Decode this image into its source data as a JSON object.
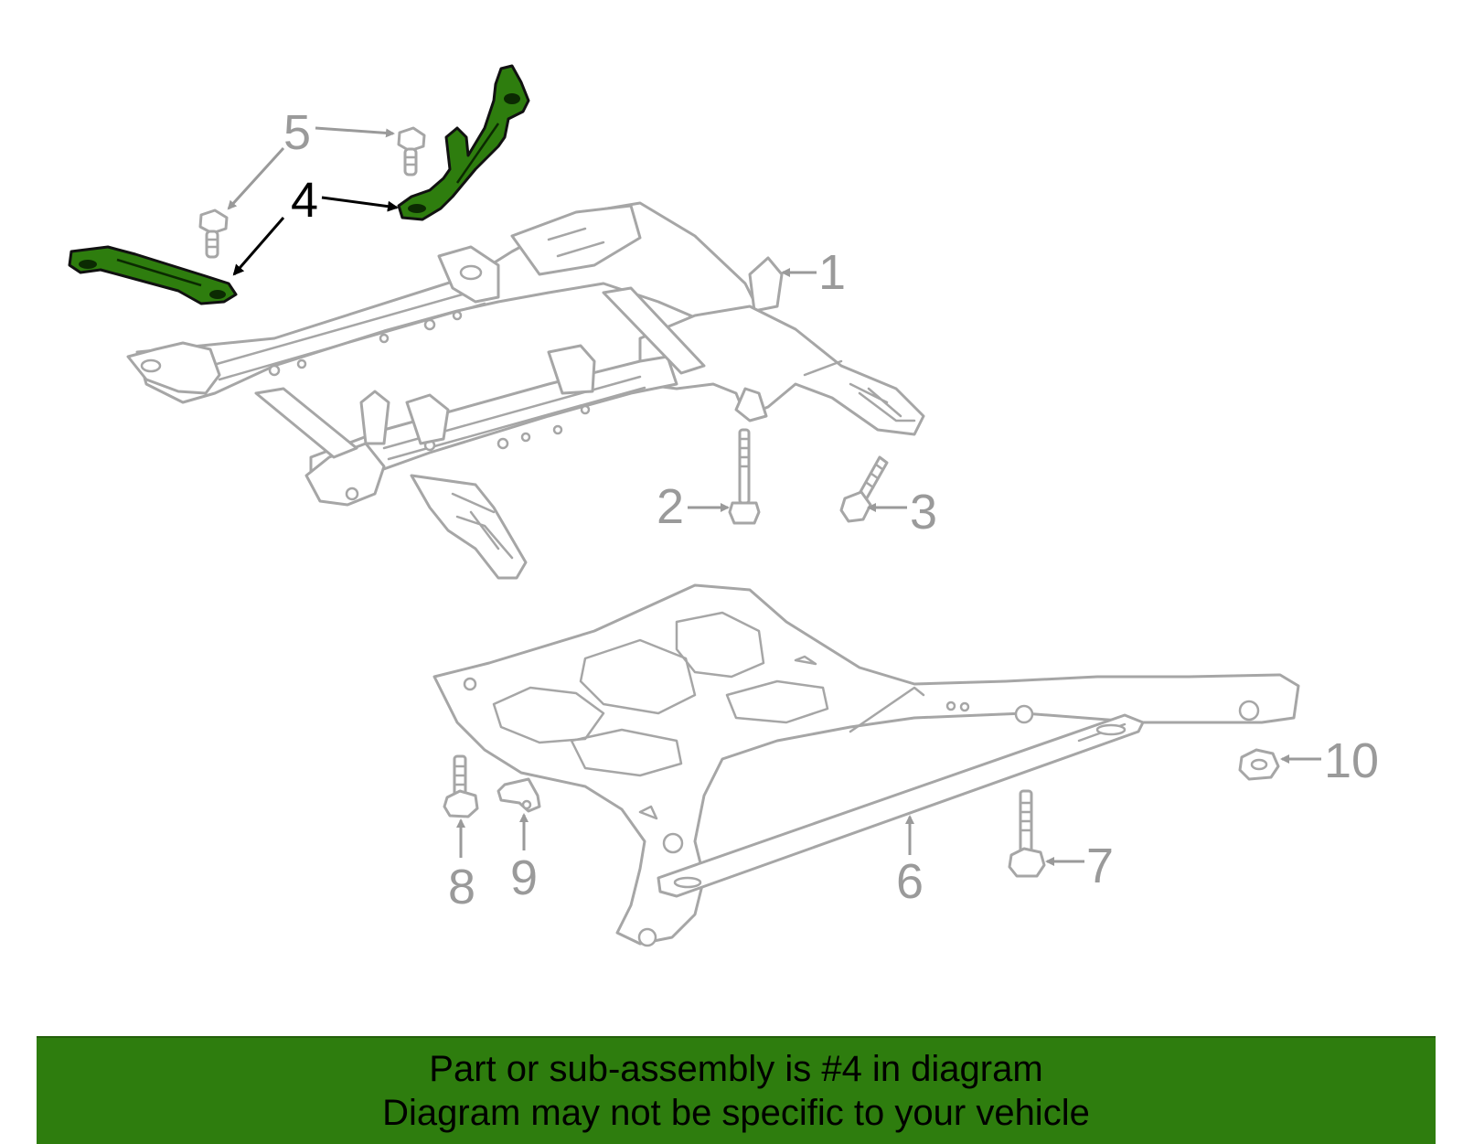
{
  "diagram": {
    "highlight_color": "#2e7d0e",
    "callouts": [
      "1",
      "2",
      "3",
      "4",
      "5",
      "6",
      "7",
      "8",
      "9",
      "10"
    ],
    "highlighted_callout": "4"
  },
  "banner": {
    "background": "#2e7d0e",
    "line1": "Part or sub-assembly is #4 in diagram",
    "line2": "Diagram may not be specific to your vehicle"
  }
}
